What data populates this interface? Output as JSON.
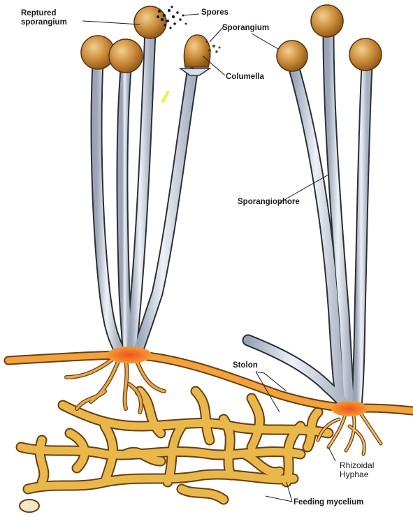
{
  "labels": {
    "reptured_line1": "Reptured",
    "reptured_line2": "sporangium",
    "spores": "Spores",
    "sporangium": "Sporangium",
    "columella": "Columella",
    "sporangiophore": "Sporangiophore",
    "stolon": "Stolon",
    "rhizoidal_line1": "Rhizoidal",
    "rhizoidal_line2": "Hyphae",
    "feeding_mycelium": "Feeding mycelium"
  },
  "colors": {
    "sporangium": "#c98a3a",
    "sporangium_dark": "#8a5416",
    "stalk": "#d8dde6",
    "stalk_outline": "#2b2f38",
    "mycelium": "#e9b84a",
    "mycelium_outline": "#6b3d10",
    "stolon": "#f0a23c",
    "node": "#f07a1e"
  }
}
